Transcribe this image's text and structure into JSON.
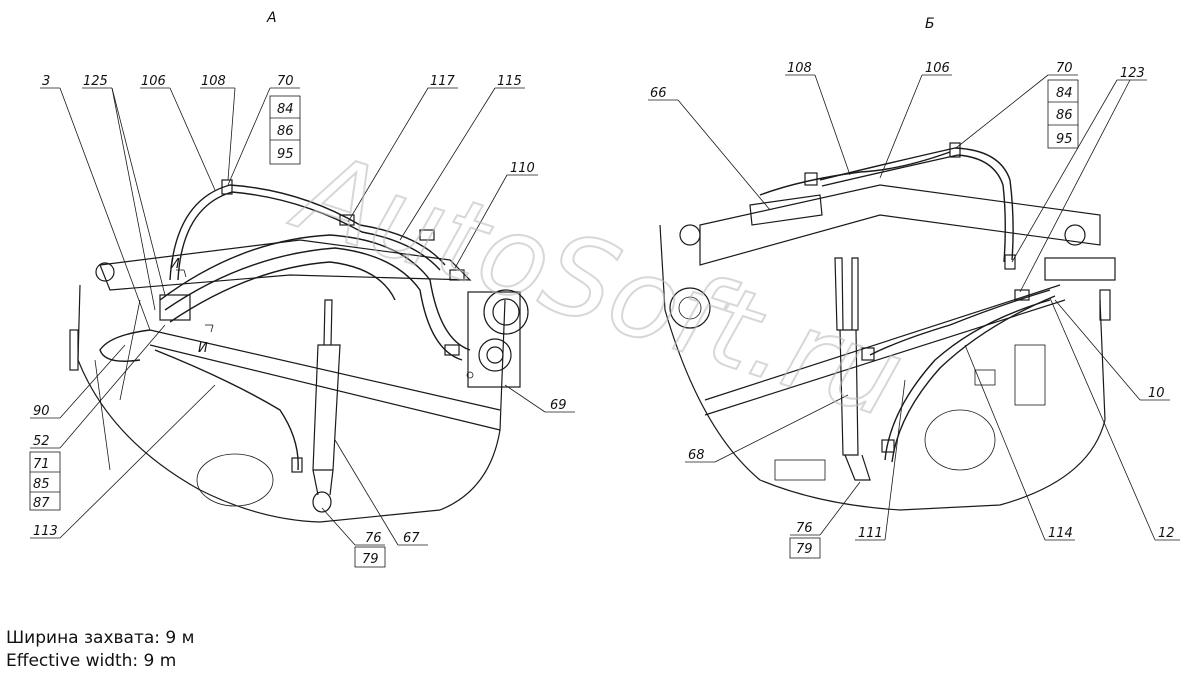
{
  "views": {
    "left": "А",
    "right": "Б"
  },
  "left_labels": {
    "l3": "3",
    "l125": "125",
    "l106": "106",
    "l108": "108",
    "l70": "70",
    "l84": "84",
    "l86": "86",
    "l95": "95",
    "l117": "117",
    "l115": "115",
    "l110": "110",
    "l69": "69",
    "l90": "90",
    "l52": "52",
    "l71": "71",
    "l85": "85",
    "l87": "87",
    "l113": "113",
    "l76": "76",
    "l79": "79",
    "l67": "67",
    "section_mark": "И"
  },
  "right_labels": {
    "l108": "108",
    "l106": "106",
    "l70": "70",
    "l84": "84",
    "l86": "86",
    "l95": "95",
    "l123": "123",
    "l66": "66",
    "l10": "10",
    "l68": "68",
    "l76": "76",
    "l79": "79",
    "l111": "111",
    "l114": "114",
    "l12": "12"
  },
  "watermark": "AutoSoft.ru",
  "caption": {
    "ru": "Ширина захвата: 9 м",
    "en": "Effective width: 9 m"
  }
}
